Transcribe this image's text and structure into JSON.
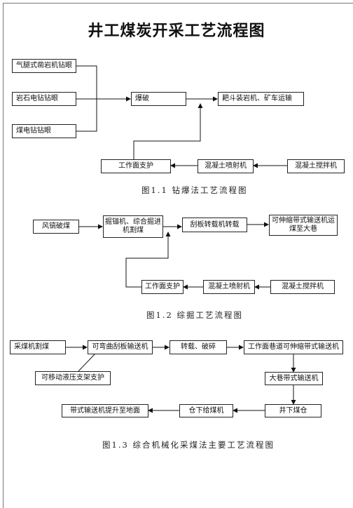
{
  "title": "井工煤炭开采工艺流程图",
  "diagram1": {
    "caption": "图1.1 钻爆法工艺流程图",
    "drill_pneumatic": "气腿式凿岩机钻眼",
    "drill_rock_electric": "岩石电钻钻眼",
    "drill_coal_electric": "煤电钻钻眼",
    "blast": "爆破",
    "loader": "耙斗装岩机、矿车运输",
    "support": "工作面支护",
    "shotcrete": "混凝土喷射机",
    "mixer": "混凝土搅拌机"
  },
  "diagram2": {
    "caption": "图1.2 综掘工艺流程图",
    "air_pick": "风镐破煤",
    "roadheader": "掘锚机、综合掘进机割煤",
    "scraper_transfer": "刮板转载机转载",
    "belt_conveyor": "可伸缩带式输送机运煤至大巷",
    "support": "工作面支护",
    "shotcrete": "混凝土喷射机",
    "mixer": "混凝土搅拌机"
  },
  "diagram3": {
    "caption": "图1.3 综合机械化采煤法主要工艺流程图",
    "shearer": "采煤机割煤",
    "scraper_conveyor": "可弯曲刮板输送机",
    "crush": "转载、破碎",
    "face_belt": "工作面巷道可伸缩带式输送机",
    "hydraulic_support": "可移动液压支架支护",
    "main_belt": "大巷带式输送机",
    "bunker": "井下煤仓",
    "feeder": "仓下给煤机",
    "hoist": "带式输送机提升至地面"
  }
}
